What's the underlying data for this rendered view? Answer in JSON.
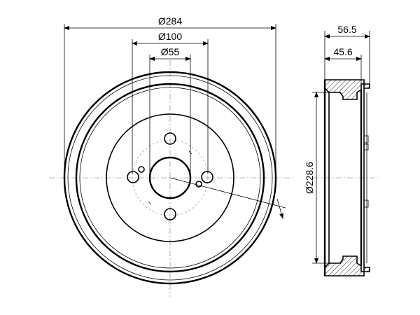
{
  "dimensions": {
    "outer_diameter": "Ø284",
    "bolt_circle_diameter": "Ø100",
    "center_bore_diameter": "Ø55",
    "braking_surface_diameter": "Ø228.6",
    "overall_height": "56.5",
    "inner_height": "45.6"
  },
  "colors": {
    "line": "#000000",
    "hatch": "#000000",
    "centerline": "#777777"
  }
}
